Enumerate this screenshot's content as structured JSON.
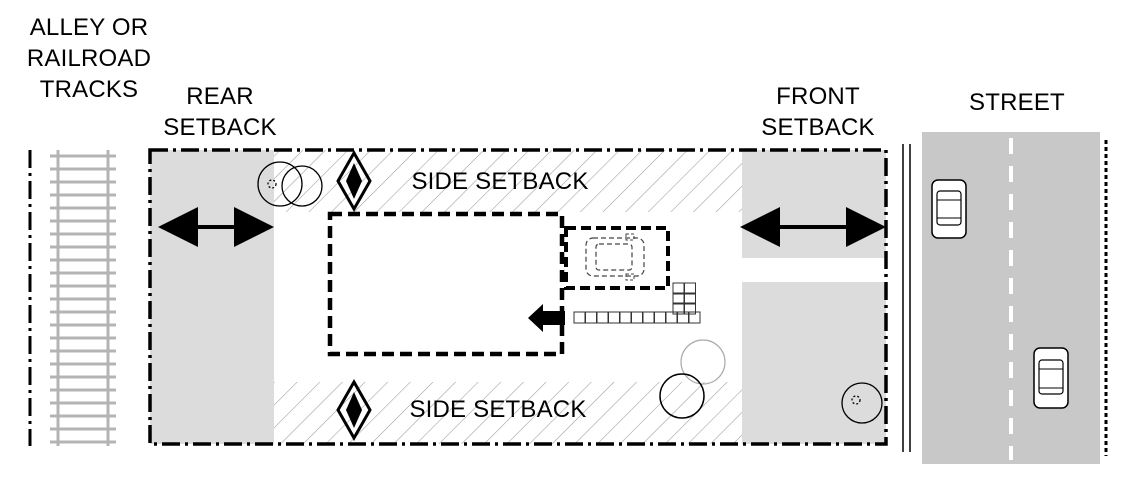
{
  "labels": {
    "alley": [
      "ALLEY OR",
      "RAILROAD",
      "TRACKS"
    ],
    "rear_setback": [
      "REAR",
      "SETBACK"
    ],
    "front_setback": [
      "FRONT",
      "SETBACK"
    ],
    "street": "STREET",
    "side_setback_top": "SIDE SETBACK",
    "side_setback_bottom": "SIDE SETBACK"
  },
  "colors": {
    "setback_fill": "#dcdcdc",
    "street_fill": "#c8c8c8",
    "line": "#000000",
    "hatch": "#9a9a9a",
    "track": "#b4b4b4"
  },
  "icons": {
    "arrows": "double-headed-arrow",
    "trees": "tree-canopy-circle",
    "car": "car-top-view",
    "diamond": "side-setback-diamond-marker"
  }
}
